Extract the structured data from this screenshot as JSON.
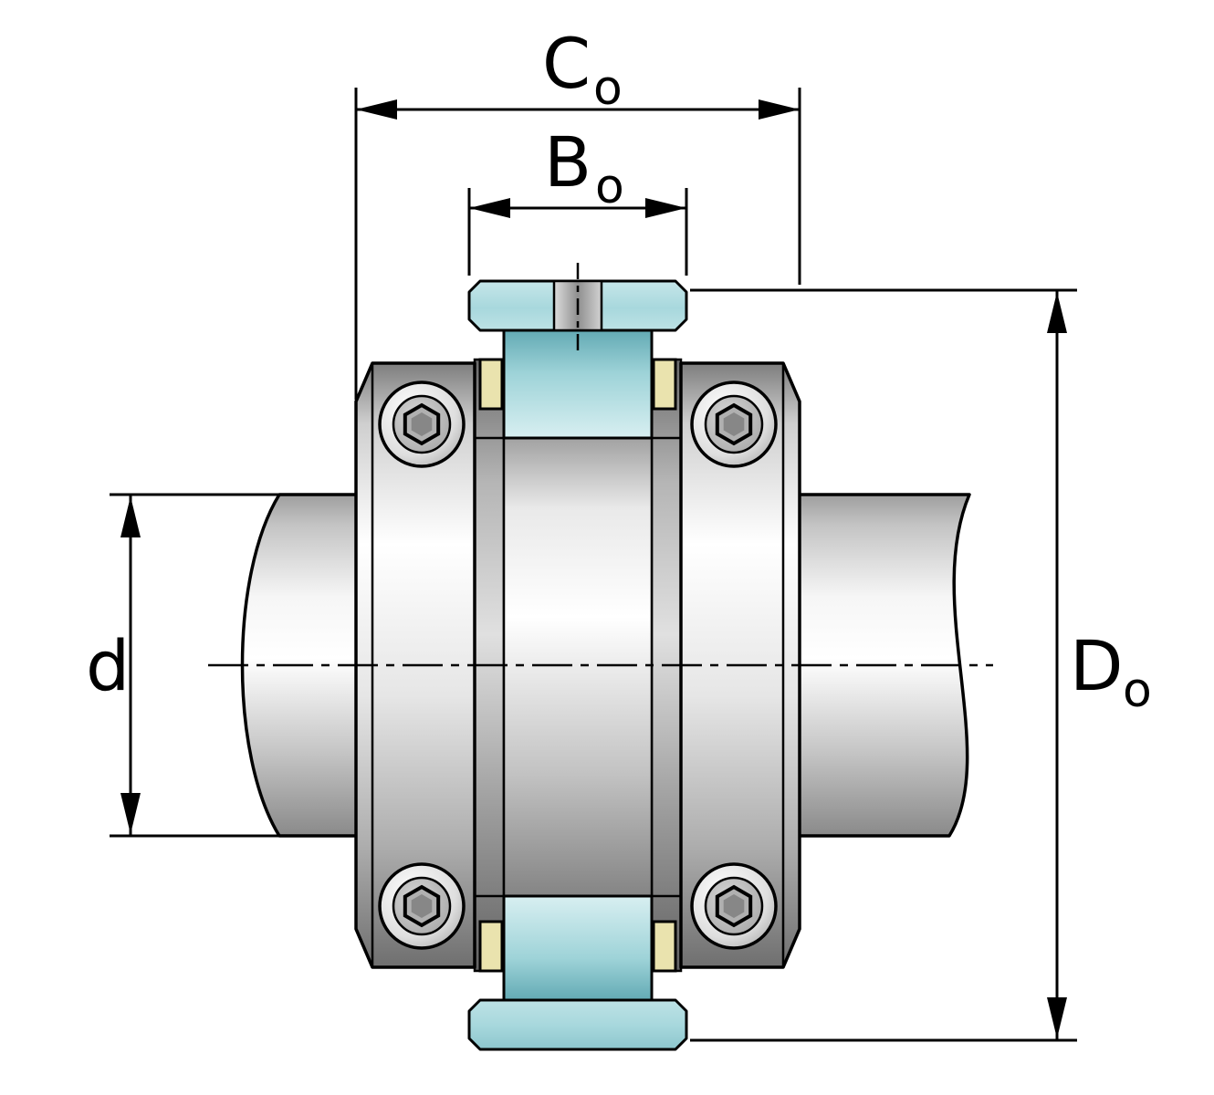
{
  "drawing": {
    "kind": "bearing-unit-cross-section",
    "dimensions": {
      "outer_width": {
        "base": "C",
        "sub": "o"
      },
      "inner_width": {
        "base": "B",
        "sub": "o"
      },
      "shaft_diameter": {
        "base": "d",
        "sub": ""
      },
      "outer_diameter": {
        "base": "D",
        "sub": "o"
      }
    }
  },
  "colors": {
    "background": "#ffffff",
    "line": "#000000",
    "teal_dark": "#63aab4",
    "teal_mid": "#9ed3d8",
    "teal_light": "#d8eff1",
    "cap_light": "#c6e6e9",
    "cap_mid": "#a8d8dd",
    "cage_cream": "#eae3ae"
  }
}
